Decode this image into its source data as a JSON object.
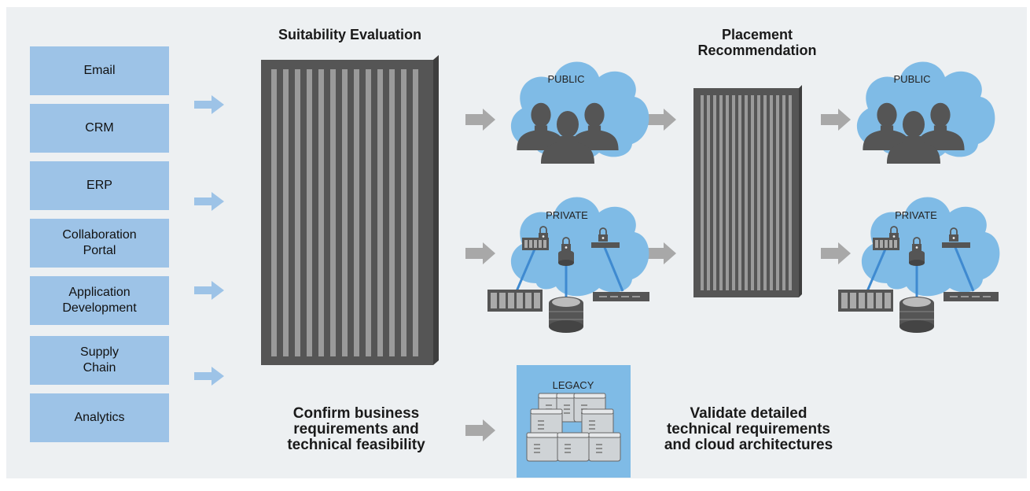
{
  "applications": [
    {
      "label": "Email"
    },
    {
      "label": "CRM"
    },
    {
      "label": "ERP"
    },
    {
      "label": "Collaboration\nPortal"
    },
    {
      "label": "Application\nDevelopment"
    },
    {
      "label": "Supply\nChain"
    },
    {
      "label": "Analytics"
    }
  ],
  "stages": {
    "suitability_title": "Suitability Evaluation",
    "placement_title": "Placement\nRecommendation"
  },
  "clouds": {
    "public_label": "PUBLIC",
    "private_label": "PRIVATE",
    "legacy_label": "LEGACY"
  },
  "notes": {
    "confirm": "Confirm business\nrequirements and\ntechnical feasibility",
    "validate": "Validate detailed\ntechnical requirements\nand cloud architectures"
  },
  "colors": {
    "panel": "#edf0f2",
    "app_box": "#9dc3e7",
    "arrow_blue": "#9dc3e7",
    "arrow_gray": "#a8a8a8",
    "cloud": "#7fbbe6",
    "tower": "#555555",
    "tower_slat": "#9a9a9a",
    "link_line": "#3f8ad0"
  }
}
